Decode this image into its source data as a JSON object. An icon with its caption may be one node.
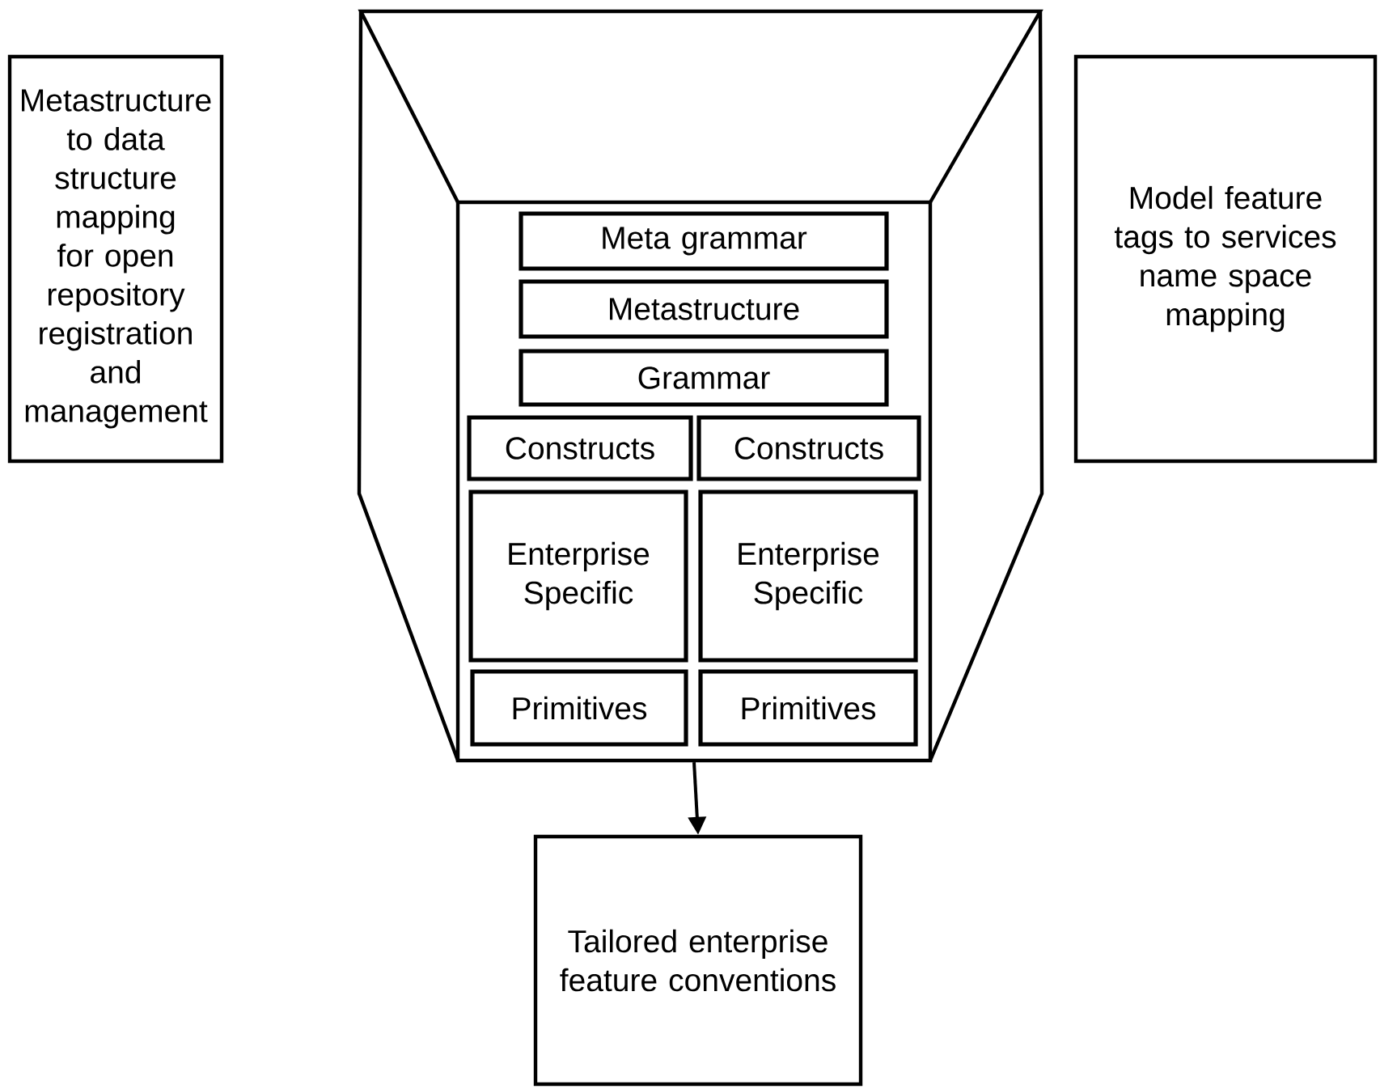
{
  "diagram": {
    "nodes": [
      {
        "text": [
          "Metastructure to data structure mapping for open repository registration and management"
        ]
      },
      {
        "text": [
          "Model feature tags to services name space mapping"
        ]
      },
      {
        "text": [],
        "shape": "box"
      },
      {
        "text": [
          "Meta grammar"
        ],
        "in": 2
      },
      {
        "text": [
          "Metastructure"
        ],
        "in": 2
      },
      {
        "text": [
          "Grammar"
        ],
        "in": 2
      },
      {
        "text": [
          "Constructs"
        ],
        "in": 2
      },
      {
        "text": [
          "Constructs"
        ],
        "in": 2
      },
      {
        "text": [
          "Enterprise Specific"
        ],
        "in": 2
      },
      {
        "text": [
          "Enterprise Specific"
        ],
        "in": 2
      },
      {
        "text": [
          "Primitives"
        ],
        "in": 2
      },
      {
        "text": [
          "Primitives"
        ],
        "in": 2
      },
      {
        "text": [
          "Tailored enterprise feature conventions"
        ]
      }
    ],
    "edges": [
      {
        "from": 2,
        "to": 12,
        "arrow": "to"
      }
    ]
  }
}
